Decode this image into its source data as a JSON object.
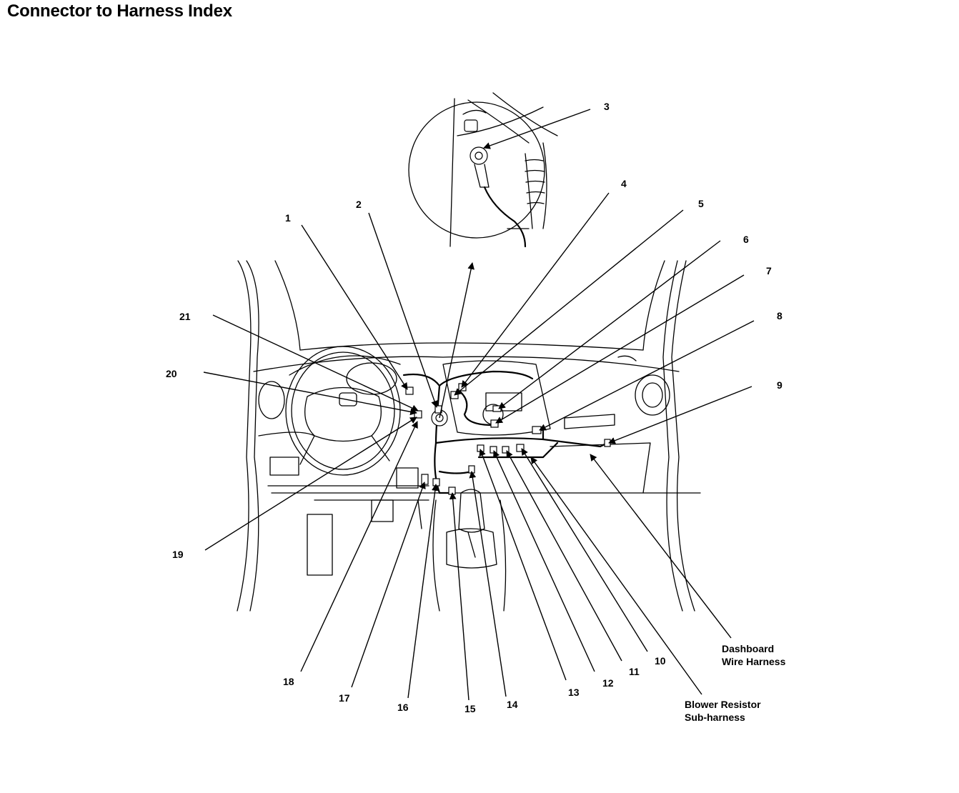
{
  "title": "Connector to Harness Index",
  "callouts": [
    {
      "id": "1",
      "label": "1"
    },
    {
      "id": "2",
      "label": "2"
    },
    {
      "id": "3",
      "label": "3"
    },
    {
      "id": "4",
      "label": "4"
    },
    {
      "id": "5",
      "label": "5"
    },
    {
      "id": "6",
      "label": "6"
    },
    {
      "id": "7",
      "label": "7"
    },
    {
      "id": "8",
      "label": "8"
    },
    {
      "id": "9",
      "label": "9"
    },
    {
      "id": "10",
      "label": "10"
    },
    {
      "id": "11",
      "label": "11"
    },
    {
      "id": "12",
      "label": "12"
    },
    {
      "id": "13",
      "label": "13"
    },
    {
      "id": "14",
      "label": "14"
    },
    {
      "id": "15",
      "label": "15"
    },
    {
      "id": "16",
      "label": "16"
    },
    {
      "id": "17",
      "label": "17"
    },
    {
      "id": "18",
      "label": "18"
    },
    {
      "id": "19",
      "label": "19"
    },
    {
      "id": "20",
      "label": "20"
    },
    {
      "id": "21",
      "label": "21"
    }
  ],
  "harness_labels": {
    "dashboard": {
      "line1": "Dashboard",
      "line2": "Wire Harness"
    },
    "blower": {
      "line1": "Blower Resistor",
      "line2": "Sub-harness"
    }
  }
}
